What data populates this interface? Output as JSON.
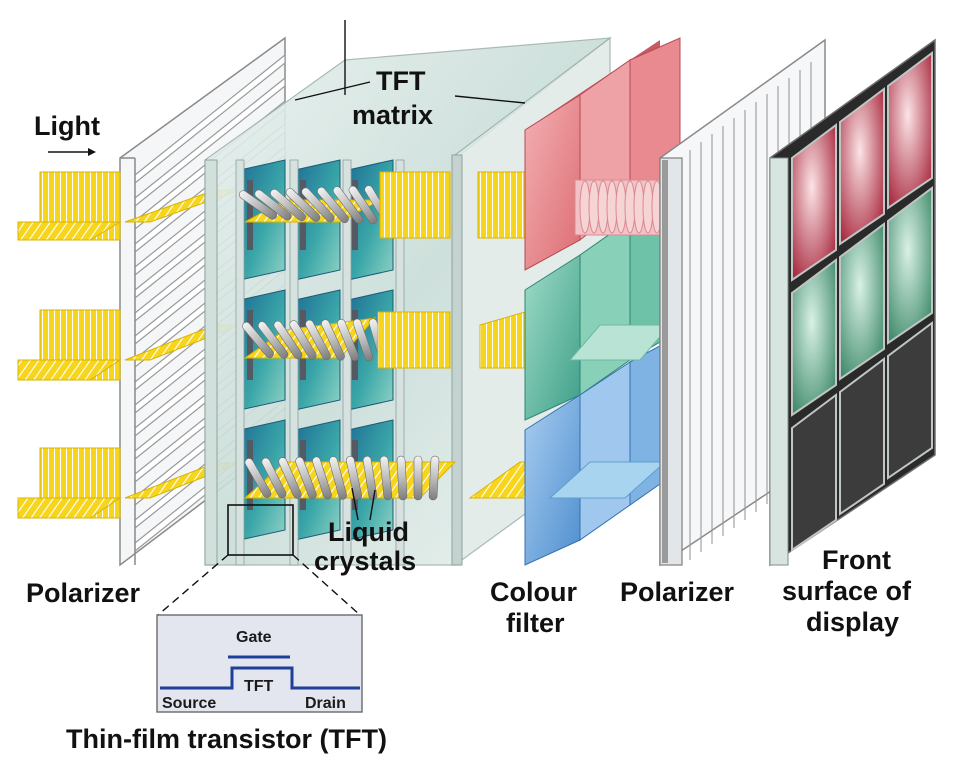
{
  "labels": {
    "light": "Light",
    "tft_matrix_line1": "TFT",
    "tft_matrix_line2": "matrix",
    "liquid_line1": "Liquid",
    "liquid_line2": "crystals",
    "polarizer_left": "Polarizer",
    "colour_line1": "Colour",
    "colour_line2": "filter",
    "polarizer_right": "Polarizer",
    "front_line1": "Front",
    "front_line2": "surface of",
    "front_line3": "display",
    "caption": "Thin-film transistor (TFT)"
  },
  "tft_inset": {
    "gate": "Gate",
    "tft": "TFT",
    "source": "Source",
    "drain": "Drain"
  },
  "colors": {
    "light_beam": "#f5d21a",
    "red_filter": "#e8868a",
    "green_filter": "#5fb8a0",
    "blue_filter": "#6aa6dd",
    "display_red": "#a8283e",
    "display_green": "#3f8a6a",
    "display_dark": "#3a3a3a",
    "tft_cell": "#2a8fa6",
    "inset_bg": "#e3e6ee",
    "inset_line": "#1f3f9a"
  }
}
